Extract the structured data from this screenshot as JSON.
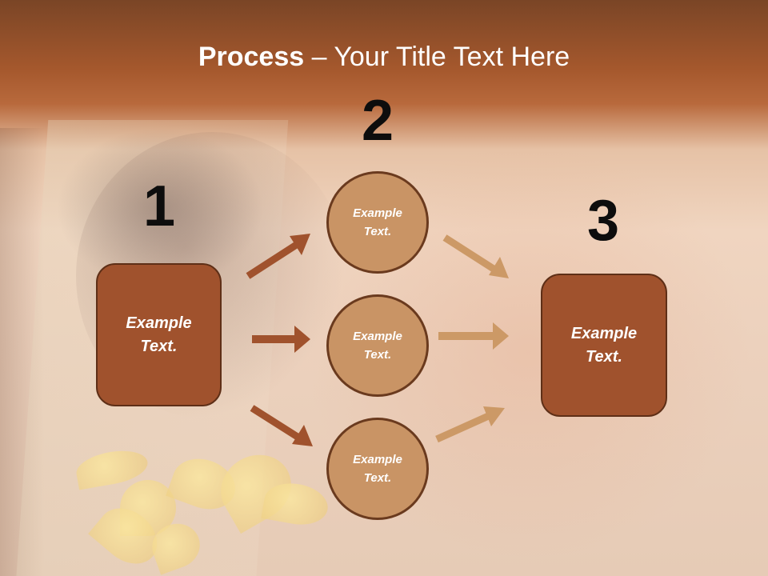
{
  "title": {
    "bold": "Process",
    "rest": " – Your Title Text Here"
  },
  "steps": {
    "one": {
      "number": "1",
      "text": "Example\nText."
    },
    "two": {
      "number": "2",
      "items": [
        "Example\nText.",
        "Example\nText.",
        "Example\nText."
      ]
    },
    "three": {
      "number": "3",
      "text": "Example\nText."
    }
  },
  "colors": {
    "box": "#a0522d",
    "circle": "#c99465",
    "arrow_left": "#a0522d",
    "arrow_right": "#cc9966"
  }
}
